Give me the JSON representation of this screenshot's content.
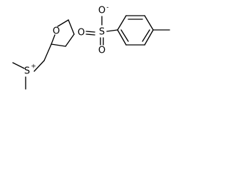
{
  "molecule": {
    "atoms": {
      "oxygen_ring": "O",
      "sulfur_sulfonium": "S",
      "charge_positive": "+",
      "oxygen_negative": "O",
      "charge_negative": "-",
      "sulfur_sulfonate": "S",
      "oxygen_sulfonate_left": "O",
      "oxygen_sulfonate_bottom": "O"
    }
  }
}
